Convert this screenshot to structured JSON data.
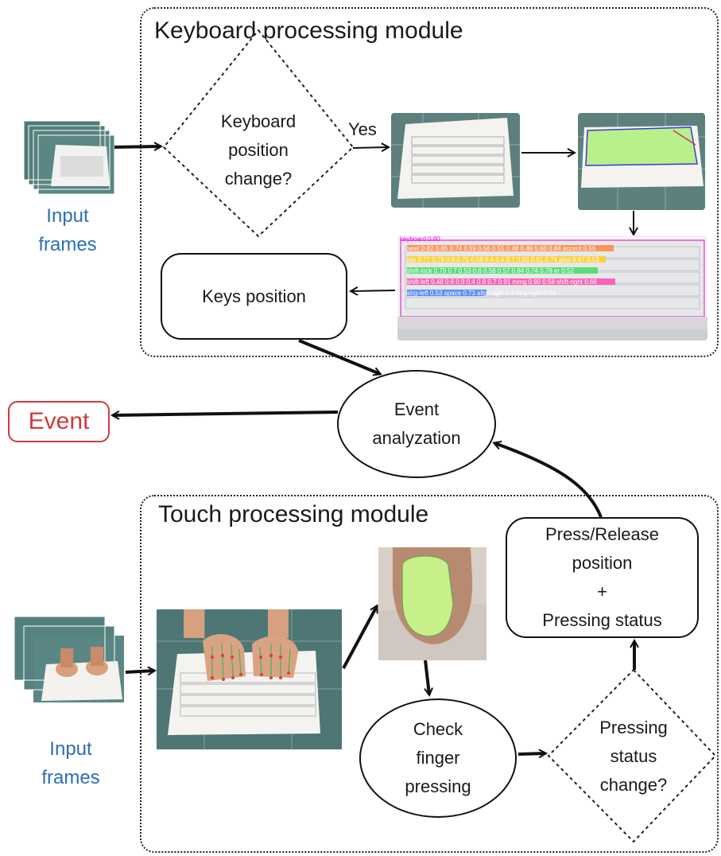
{
  "keyboard_module": {
    "title": "Keyboard processing module",
    "input_label": "Input\nframes",
    "decision": "Keyboard\nposition\nchange?",
    "yes_label": "Yes",
    "keys_position": "Keys position",
    "detection_labels": [
      "keyboard 0.80",
      "caret 0.82 0.85 0.74 0.59 0.56 0.55 0.48 0.49 0.60 0.84 accent 0.56",
      "tab 0.77 0.79 0.6 0.75 0.58 0.4 0.4 0.7 0.83 0.81 0.74 plus 0.67 0.53",
      "shift-lock 0.79 0.7 0.53 0.6 0.58 0.57 0.84 0.74 0.78 er 0.52",
      "shift-left 0.48 0.6 0.9 0.4 0.8 0.7 0.91 mmg 0.90 0.58 shift-right 0.66",
      "strg-left 0.53 space 0.73 altgr-right 0.4 strg-right 0.94"
    ]
  },
  "event": {
    "analyzation": "Event\nanalyzation",
    "output": "Event"
  },
  "touch_module": {
    "title": "Touch processing module",
    "input_label": "Input\nframes",
    "press_release": "Press/Release\nposition\n+\nPressing status",
    "check_finger": "Check\nfinger\npressing",
    "decision": "Pressing\nstatus\nchange?"
  },
  "colors": {
    "blue_label": "#2a6fb7",
    "event_red": "#d23a3a",
    "keyboard_overlay_green": "#b8f08a",
    "mat_teal": "#3d6a6c"
  }
}
